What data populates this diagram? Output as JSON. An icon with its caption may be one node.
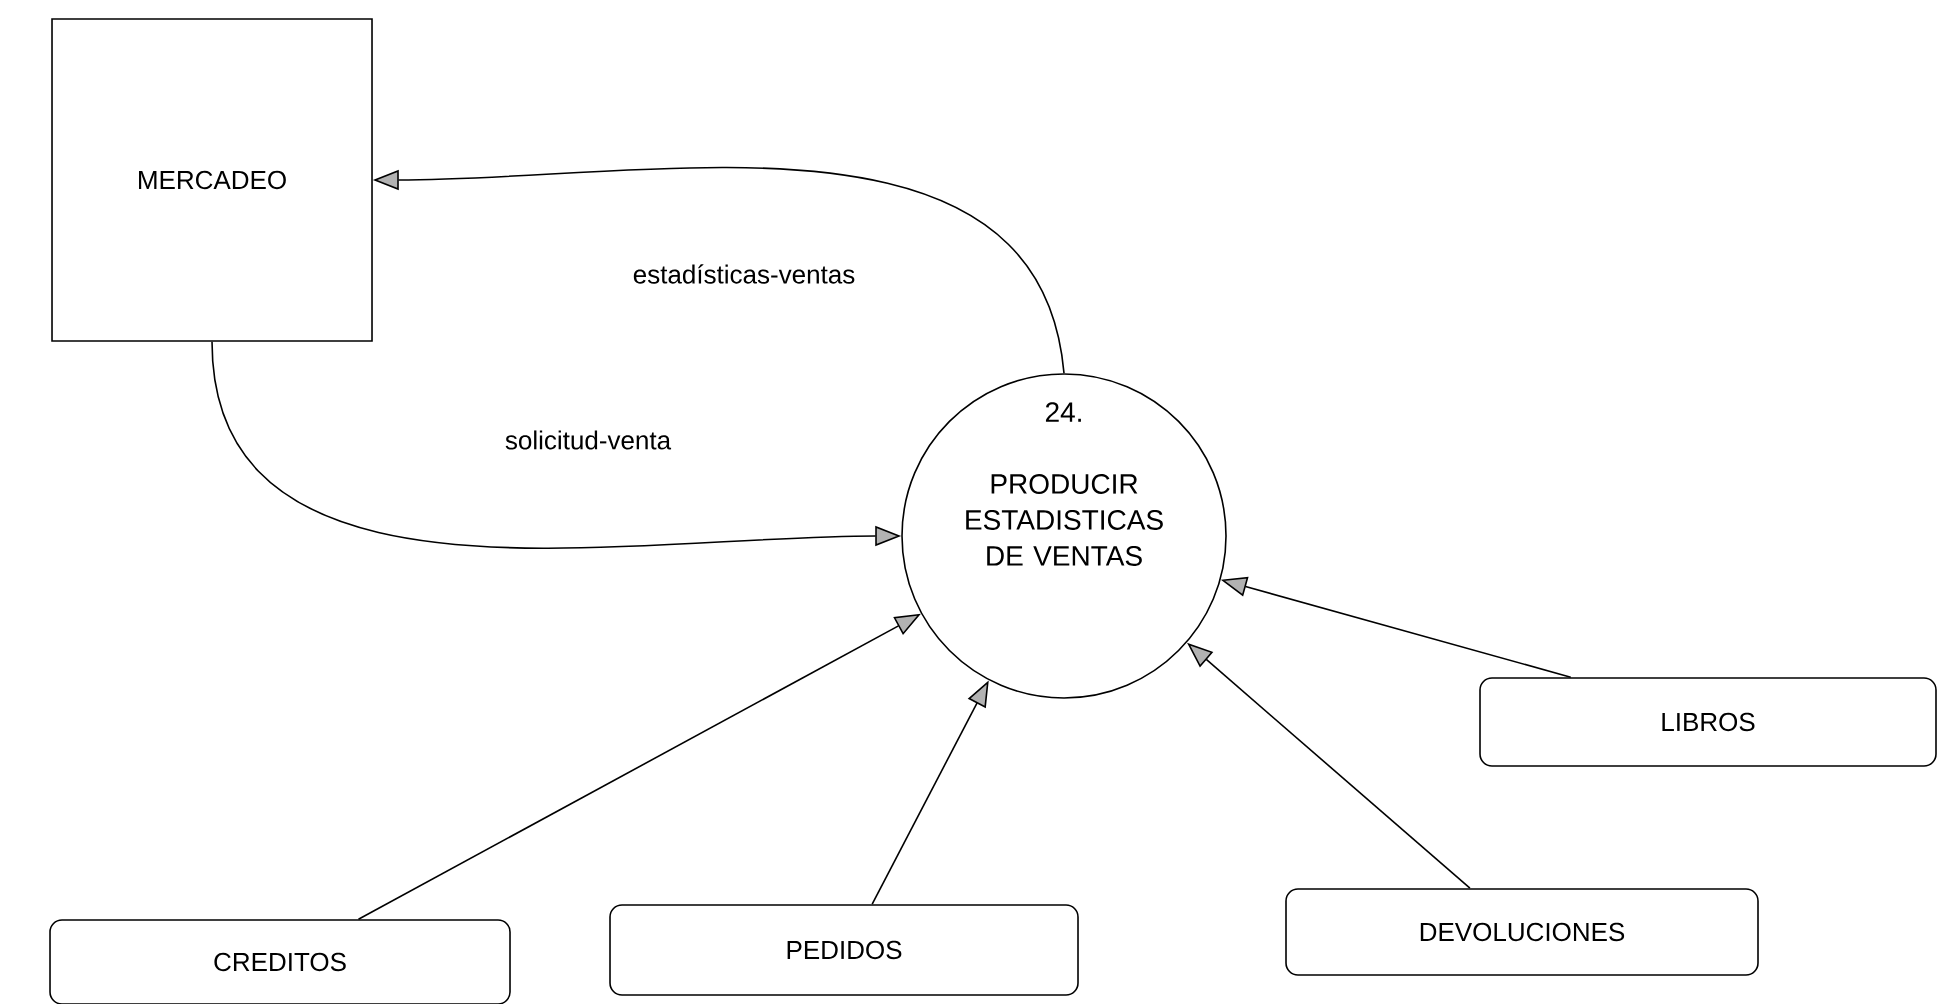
{
  "diagram": {
    "nodes": [
      {
        "text": [
          "MERCADEO"
        ]
      },
      {
        "text": [
          "24.",
          "PRODUCIR ESTADISTICAS DE VENTAS"
        ]
      },
      {
        "text": [
          "LIBROS"
        ]
      },
      {
        "text": [
          "CREDITOS"
        ]
      },
      {
        "text": [
          "PEDIDOS"
        ]
      },
      {
        "text": [
          "DEVOLUCIONES"
        ]
      }
    ],
    "edges": [
      {
        "from": 1,
        "to": 0,
        "arrow": "to",
        "label": "estadísticas-ventas"
      },
      {
        "from": 0,
        "to": 1,
        "arrow": "to",
        "label": "solicitud-venta"
      },
      {
        "from": 2,
        "to": 1,
        "arrow": "to"
      },
      {
        "from": 3,
        "to": 1,
        "arrow": "to"
      },
      {
        "from": 4,
        "to": 1,
        "arrow": "to"
      },
      {
        "from": 5,
        "to": 1,
        "arrow": "to"
      }
    ]
  }
}
